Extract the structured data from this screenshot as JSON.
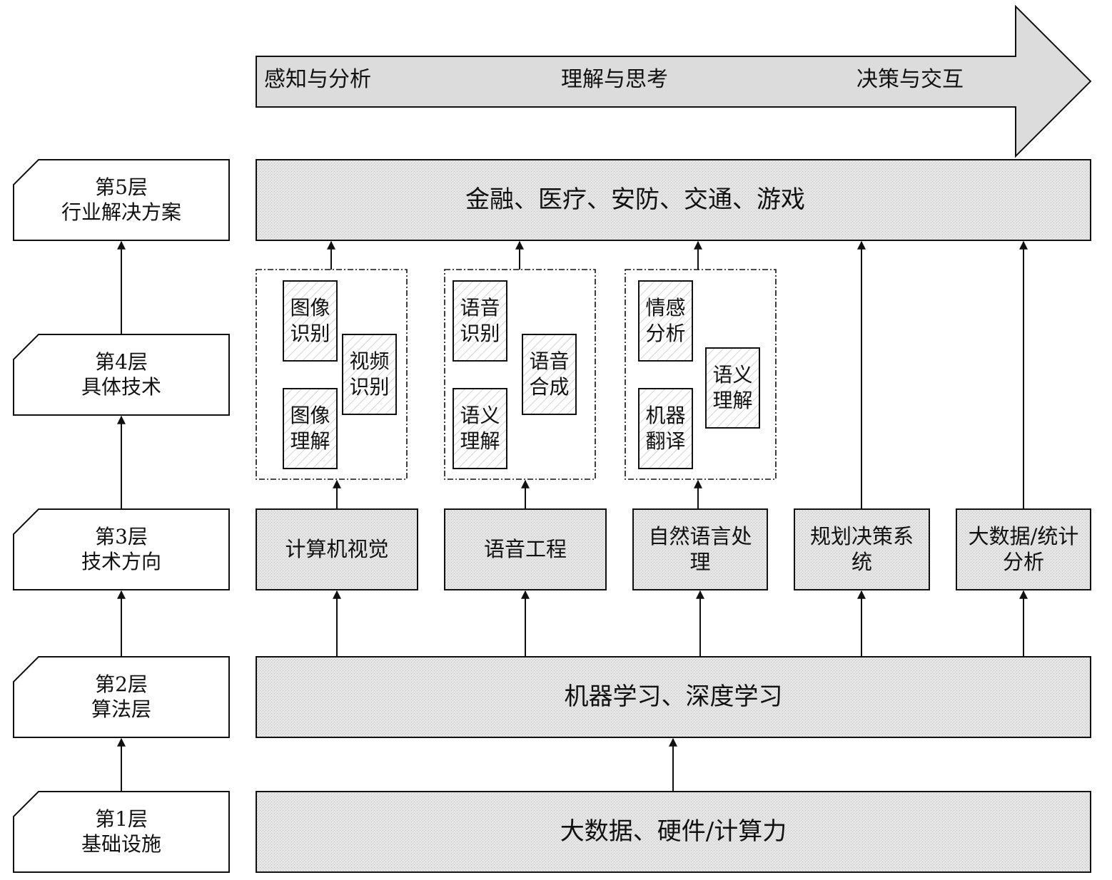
{
  "flow": {
    "stages": [
      "感知与分析",
      "理解与思考",
      "决策与交互"
    ]
  },
  "layers": [
    {
      "level": "第5层",
      "name": "行业解决方案"
    },
    {
      "level": "第4层",
      "name": "具体技术"
    },
    {
      "level": "第3层",
      "name": "技术方向"
    },
    {
      "level": "第2层",
      "name": "算法层"
    },
    {
      "level": "第1层",
      "name": "基础设施"
    }
  ],
  "layer5": {
    "applications": "金融、医疗、安防、交通、游戏"
  },
  "layer4": {
    "groups": [
      {
        "techs": [
          [
            "图像",
            "识别"
          ],
          [
            "视频",
            "识别"
          ],
          [
            "图像",
            "理解"
          ]
        ]
      },
      {
        "techs": [
          [
            "语音",
            "识别"
          ],
          [
            "语音",
            "合成"
          ],
          [
            "语义",
            "理解"
          ]
        ]
      },
      {
        "techs": [
          [
            "情感",
            "分析"
          ],
          [
            "语义",
            "理解"
          ],
          [
            "机器",
            "翻译"
          ]
        ]
      }
    ]
  },
  "layer3": {
    "directions": [
      [
        "计算机视觉"
      ],
      [
        "语音工程"
      ],
      [
        "自然语言处",
        "理"
      ],
      [
        "规划决策系",
        "统"
      ],
      [
        "大数据/统计",
        "分析"
      ]
    ]
  },
  "layer2": {
    "algorithms": "机器学习、深度学习"
  },
  "layer1": {
    "infrastructure": "大数据、硬件/计算力"
  },
  "colors": {
    "fill": "#e3e3e3",
    "stroke": "#111111",
    "hatch": "#bdbdbd"
  }
}
